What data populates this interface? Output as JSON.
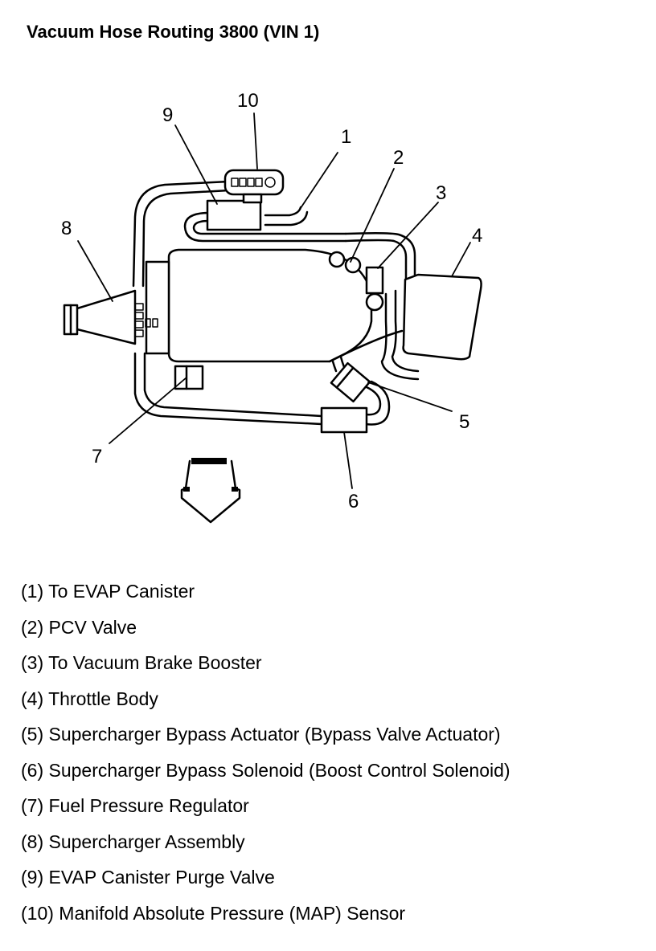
{
  "title": "Vacuum Hose Routing 3800 (VIN 1)",
  "callouts": [
    "1",
    "2",
    "3",
    "4",
    "5",
    "6",
    "7",
    "8",
    "9",
    "10"
  ],
  "legend": [
    "(1) To EVAP Canister",
    "(2) PCV Valve",
    "(3) To Vacuum Brake Booster",
    "(4) Throttle Body",
    "(5) Supercharger Bypass Actuator (Bypass Valve Actuator)",
    "(6) Supercharger Bypass Solenoid (Boost Control Solenoid)",
    "(7) Fuel Pressure Regulator",
    "(8) Supercharger Assembly",
    "(9) EVAP Canister Purge Valve",
    "(10) Manifold Absolute Pressure (MAP) Sensor"
  ]
}
